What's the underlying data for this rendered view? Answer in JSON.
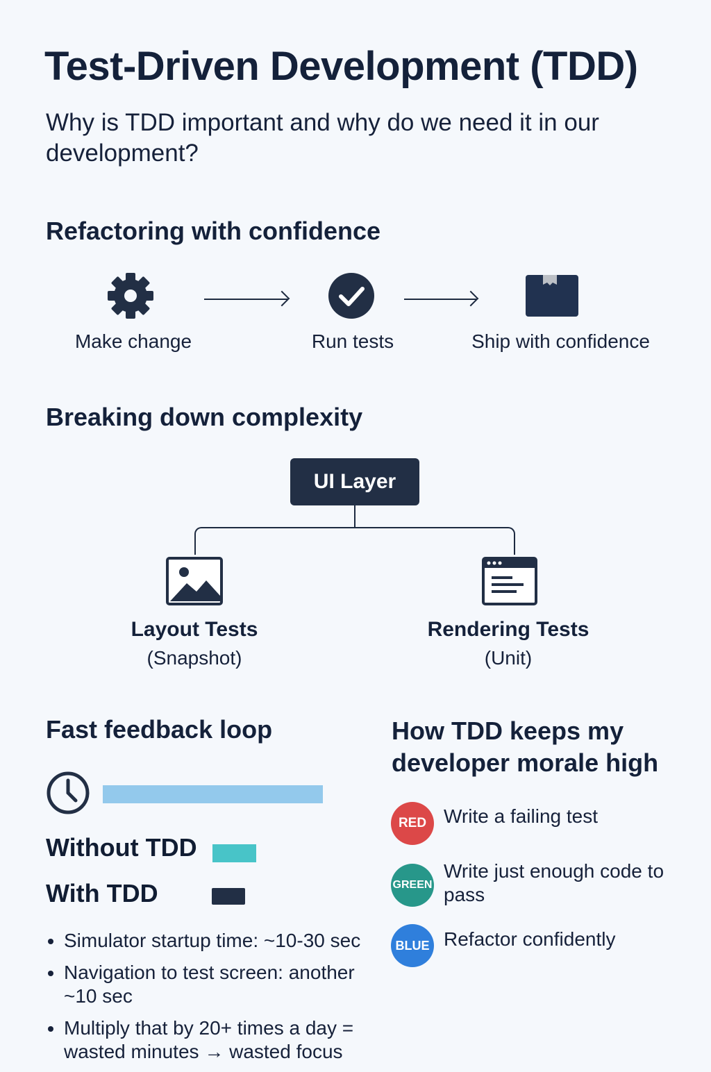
{
  "title": "Test-Driven Development (TDD)",
  "subtitle": "Why is TDD important and why do we need it in our development?",
  "refactoring": {
    "heading": "Refactoring with confidence",
    "steps": [
      {
        "label": "Make change",
        "icon": "gear-icon"
      },
      {
        "label": "Run tests",
        "icon": "check-circle-icon"
      },
      {
        "label": "Ship with confidence",
        "icon": "box-icon"
      }
    ]
  },
  "complexity": {
    "heading": "Breaking down complexity",
    "root": "UI Layer",
    "children": [
      {
        "title": "Layout Tests",
        "subtitle": "(Snapshot)",
        "icon": "image-icon"
      },
      {
        "title": "Rendering Tests",
        "subtitle": "(Unit)",
        "icon": "browser-window-icon"
      }
    ]
  },
  "feedback": {
    "heading": "Fast feedback loop",
    "bars": [
      {
        "label": "",
        "relative_length": 1.0,
        "color": "#93c9ec"
      },
      {
        "label": "Without TDD",
        "relative_length": 0.2,
        "color": "#48c4c8"
      },
      {
        "label": "With TDD",
        "relative_length": 0.15,
        "color": "#222f45"
      }
    ],
    "bullets": [
      "Simulator startup time: ~10-30 sec",
      "Navigation to test screen: another ~10 sec",
      "Multiply that by 20+ times a day = wasted minutes → wasted focus"
    ]
  },
  "morale": {
    "heading": "How TDD keeps my developer morale high",
    "steps": [
      {
        "badge": "RED",
        "text": "Write a failing test",
        "color": "#dc4848"
      },
      {
        "badge": "GREEN",
        "text": "Write just enough code to pass",
        "color": "#27978a"
      },
      {
        "badge": "BLUE",
        "text": "Refactor confidently",
        "color": "#2f7fdc"
      }
    ]
  }
}
